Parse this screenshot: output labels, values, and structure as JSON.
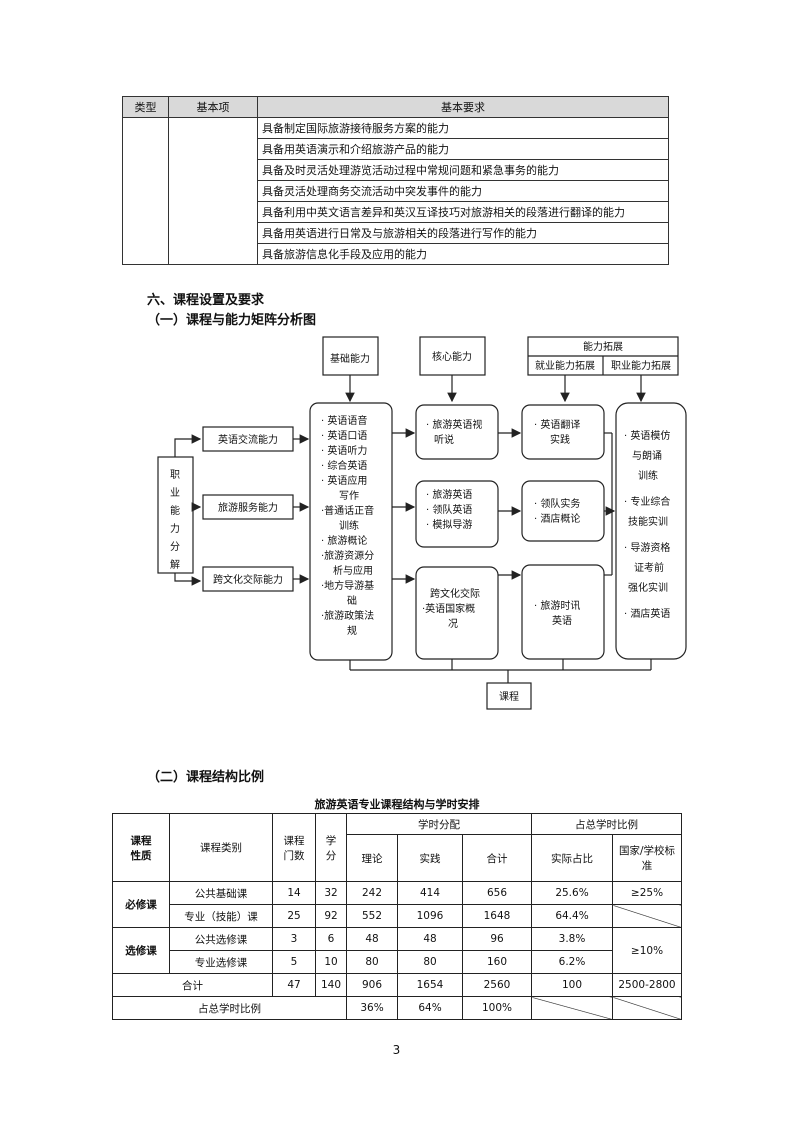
{
  "req_table": {
    "headers": [
      "类型",
      "基本项",
      "基本要求"
    ],
    "rows": [
      "具备制定国际旅游接待服务方案的能力",
      "具备用英语演示和介绍旅游产品的能力",
      "具备及时灵活处理游览活动过程中常规问题和紧急事务的能力",
      "具备灵活处理商务交流活动中突发事件的能力",
      "具备利用中英文语言差异和英汉互译技巧对旅游相关的段落进行翻译的能力",
      "具备用英语进行日常及与旅游相关的段落进行写作的能力",
      "具备旅游信息化手段及应用的能力"
    ]
  },
  "section6": {
    "title": "六、课程设置及要求",
    "sub1": "（一）课程与能力矩阵分析图",
    "sub2": "（二）课程结构比例"
  },
  "diagram": {
    "left_box": [
      "职",
      "业",
      "能",
      "力",
      "分",
      "解"
    ],
    "abilities": [
      "英语交流能力",
      "旅游服务能力",
      "跨文化交际能力"
    ],
    "top_basic": "基础能力",
    "top_core": "核心能力",
    "top_ext": "能力拓展",
    "top_ext_job": "就业能力拓展",
    "top_ext_career": "职业能力拓展",
    "basic_courses": [
      "· 英语语音",
      "· 英语口语",
      "· 英语听力",
      "· 综合英语",
      "· 英语应用",
      "写作",
      "·普通话正音",
      "训练",
      "· 旅游概论",
      "·旅游资源分",
      "析与应用",
      "·地方导游基",
      "础",
      "·旅游政策法",
      "规"
    ],
    "core1": [
      "· 旅游英语视",
      "听说"
    ],
    "core2": [
      "· 旅游英语",
      "· 领队英语",
      "· 模拟导游"
    ],
    "core3": [
      "跨文化交际",
      "·英语国家概",
      "况"
    ],
    "job1": [
      "· 英语翻译",
      "实践"
    ],
    "job2": [
      "· 领队实务",
      "· 酒店概论"
    ],
    "job3": [
      "· 旅游时讯",
      "英语"
    ],
    "career": [
      "· 英语模仿",
      "与朗诵",
      "训练",
      "· 专业综合",
      "技能实训",
      "· 导游资格",
      "证考前",
      "强化实训",
      "· 酒店英语"
    ],
    "bottom": "课程"
  },
  "struct_table": {
    "title": "旅游英语专业课程结构与学时安排",
    "h_nature": "课程性质",
    "h_nature_1": "课程",
    "h_nature_2": "性质",
    "h_category": "课程类别",
    "h_count_1": "课程",
    "h_count_2": "门数",
    "h_credit_1": "学",
    "h_credit_2": "分",
    "h_hours": "学时分配",
    "h_theory": "理论",
    "h_practice": "实践",
    "h_total": "合计",
    "h_ratio": "占总学时比例",
    "h_actual": "实际占比",
    "h_standard_1": "国家/学校标",
    "h_standard_2": "准",
    "required": "必修课",
    "elective": "选修课",
    "rows": [
      {
        "category": "公共基础课",
        "count": "14",
        "credit": "32",
        "theory": "242",
        "practice": "414",
        "total": "656",
        "actual": "25.6%"
      },
      {
        "category": "专业（技能）课",
        "count": "25",
        "credit": "92",
        "theory": "552",
        "practice": "1096",
        "total": "1648",
        "actual": "64.4%"
      },
      {
        "category": "公共选修课",
        "count": "3",
        "credit": "6",
        "theory": "48",
        "practice": "48",
        "total": "96",
        "actual": "3.8%"
      },
      {
        "category": "专业选修课",
        "count": "5",
        "credit": "10",
        "theory": "80",
        "practice": "80",
        "total": "160",
        "actual": "6.2%"
      }
    ],
    "std_required": "≥25%",
    "std_elective": "≥10%",
    "sum_row": {
      "label": "合计",
      "count": "47",
      "credit": "140",
      "theory": "906",
      "practice": "1654",
      "total": "2560",
      "actual": "100",
      "standard": "2500-2800"
    },
    "ratio_row": {
      "label": "占总学时比例",
      "theory": "36%",
      "practice": "64%",
      "total": "100%"
    }
  },
  "page_number": "3"
}
